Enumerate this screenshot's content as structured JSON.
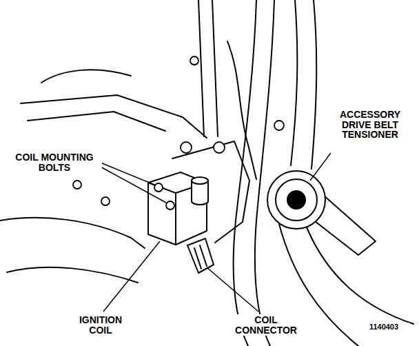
{
  "diagram": {
    "labels": [
      "COIL MOUNTING BOLTS",
      "ACCESSORY DRIVE BELT TENSIONER",
      "IGNITION COIL",
      "COIL CONNECTOR",
      "1140403"
    ]
  }
}
